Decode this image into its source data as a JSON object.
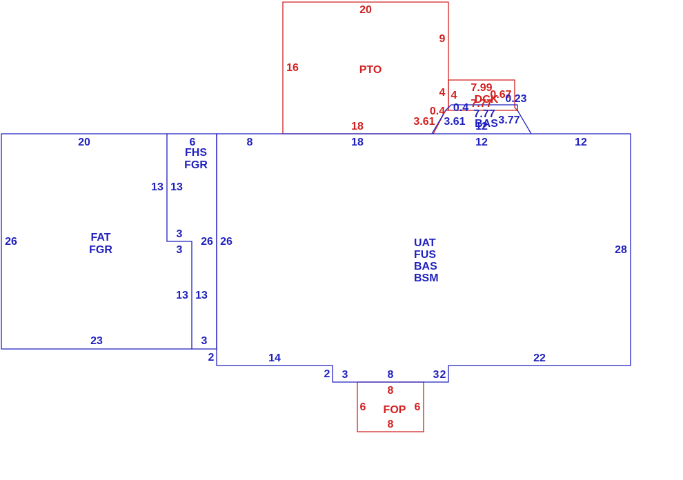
{
  "colors": {
    "main": "#1f1fbf",
    "aux": "#d21f1f",
    "background": "#ffffff"
  },
  "areas": {
    "left_garage": {
      "codes": [
        "FAT",
        "FGR"
      ]
    },
    "strip": {
      "codes": [
        "FHS",
        "FGR"
      ]
    },
    "main_house": {
      "codes": [
        "UAT",
        "FUS",
        "BAS",
        "BSM"
      ]
    },
    "bay": {
      "code": "BAS"
    },
    "patio": {
      "code": "PTO"
    },
    "deck": {
      "code": "DCK"
    },
    "porch": {
      "code": "FOP"
    }
  },
  "dimensions": {
    "left_top": "20",
    "left_side": "26",
    "left_bottom": "23",
    "strip_top": "6",
    "strip_inner_a": "13",
    "strip_inner_b": "13",
    "notch_top": "3",
    "notch_side": "3",
    "strip_right": "26",
    "lower_a": "13",
    "lower_b": "13",
    "lower_bottom": "3",
    "main_left": "26",
    "main_top_a": "8",
    "main_top_b": "18",
    "main_top_c": "12",
    "main_top_d": "12",
    "main_right": "28",
    "main_bottom_left": "14",
    "main_bottom_right": "22",
    "jog_left": "2",
    "porch_jog_a": "2",
    "porch_jog_b": "3",
    "porch_top": "8",
    "porch_jog_c": "3",
    "porch_jog_d": "2",
    "porch_top_red": "8",
    "porch_left": "6",
    "porch_right": "6",
    "porch_bottom": "8",
    "patio_top": "20",
    "patio_right_upper": "9",
    "patio_left": "16",
    "patio_right_lower": "4",
    "patio_bottom": "18",
    "patio_diag_a": "0.4",
    "patio_diag_b": "3.61",
    "deck_top": "7.99",
    "deck_left": "4",
    "deck_diag": "0.67",
    "deck_bottom": "7.77",
    "bay_diag_left": "3.61",
    "bay_diag_small": "0.4",
    "bay_top": "7.77",
    "bay_right_small": "0.23",
    "bay_diag_right": "3.77",
    "bay_bottom": "12"
  }
}
